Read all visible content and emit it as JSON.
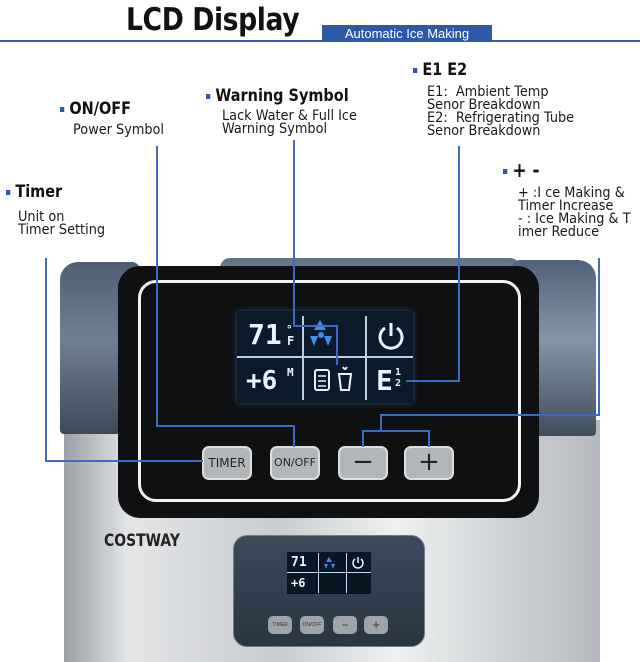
{
  "header": {
    "title": "LCD Display",
    "subtitle": "Automatic Ice Making"
  },
  "labels": {
    "onoff": {
      "heading": "ON/OFF",
      "desc": "Power Symbol"
    },
    "warning": {
      "heading": "Warning Symbol",
      "desc": "Lack Water & Full Ice\nWarning Symbol"
    },
    "e1e2": {
      "heading": "E1 E2",
      "desc": "E1:  Ambient Temp\nSenor Breakdown\nE2:  Refrigerating Tube\nSenor Breakdown"
    },
    "timer": {
      "heading": "Timer",
      "desc": "Unit on\nTimer Setting"
    },
    "plusminus": {
      "heading": "+ -",
      "desc": "+ :I ce Making &\nTimer Increase\n- : Ice Making & T\nimer Reduce"
    }
  },
  "lcd": {
    "temp": "71",
    "temp_unit_top": "°",
    "temp_unit": "F",
    "timer_value": "+6",
    "timer_unit": "M",
    "error_letter": "E",
    "error_codes": "1\n2"
  },
  "buttons": {
    "timer": "TIMER",
    "onoff": "ON/OFF",
    "minus": "−",
    "plus": "+"
  },
  "brand": "COSTWAY",
  "mini_lcd": {
    "temp": "71",
    "timer": "+6"
  },
  "colors": {
    "accent": "#2f59a8",
    "leader": "#3d6bc0",
    "lcd_icon": "#3f8fe8"
  }
}
